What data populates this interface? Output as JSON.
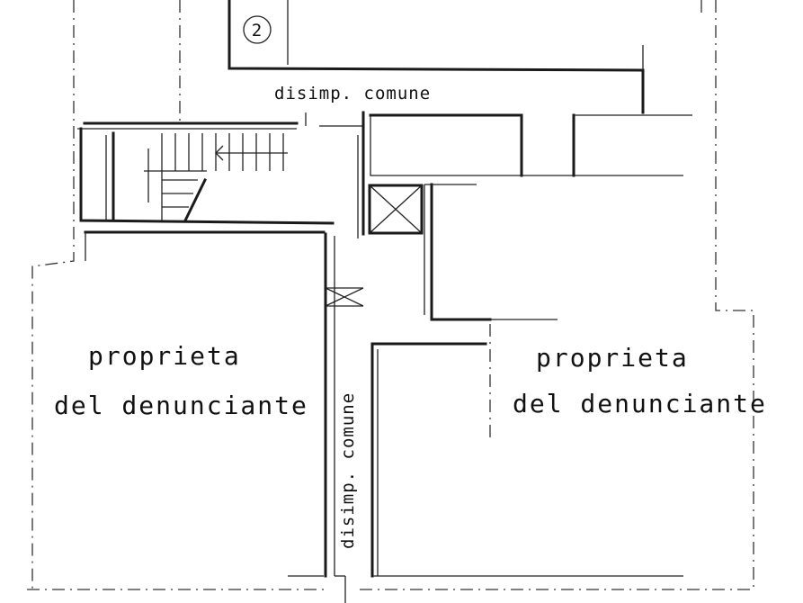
{
  "labels": {
    "sub_number": "2",
    "corridor_top": "disimp. comune",
    "corridor_vertical": "disimp. comune",
    "left_property_line1": "proprieta",
    "left_property_line2": "del denunciante",
    "right_property_line1": "proprieta",
    "right_property_line2": "del denunciante"
  }
}
